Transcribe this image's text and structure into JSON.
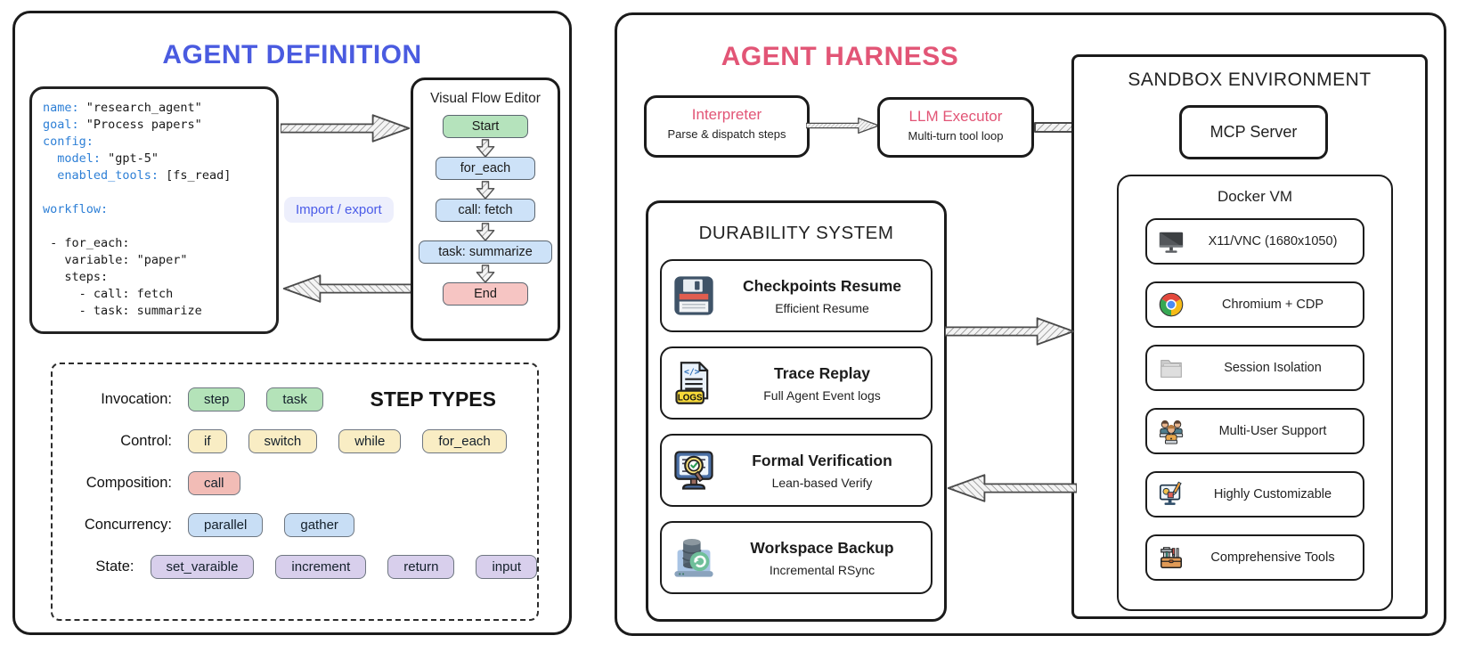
{
  "left_panel": {
    "title": "AGENT DEFINITION",
    "code_editor": {
      "lines": [
        {
          "key": "name:",
          "rest": " \"research_agent\""
        },
        {
          "key": "goal:",
          "rest": " \"Process papers\""
        },
        {
          "key": "config:",
          "rest": ""
        },
        {
          "key": "  model:",
          "rest": " \"gpt-5\""
        },
        {
          "key": "  enabled_tools:",
          "rest": " [fs_read]"
        },
        {
          "key": "",
          "rest": ""
        },
        {
          "key": "workflow:",
          "rest": ""
        },
        {
          "key": "",
          "rest": ""
        },
        {
          "key": "",
          "rest": " - for_each:"
        },
        {
          "key": "",
          "rest": "   variable: \"paper\""
        },
        {
          "key": "",
          "rest": "   steps:"
        },
        {
          "key": "",
          "rest": "     - call: fetch"
        },
        {
          "key": "",
          "rest": "     - task: summarize"
        }
      ]
    },
    "import_export_label": "Import / export",
    "flow_editor": {
      "title": "Visual Flow Editor",
      "nodes": [
        {
          "label": "Start",
          "color": "green"
        },
        {
          "label": "for_each",
          "color": "blue"
        },
        {
          "label": "call: fetch",
          "color": "blue"
        },
        {
          "label": "task: summarize",
          "color": "blue"
        },
        {
          "label": "End",
          "color": "red"
        }
      ]
    },
    "step_types": {
      "title": "STEP TYPES",
      "rows": [
        {
          "label": "Invocation:",
          "color": "green",
          "pills": [
            "step",
            "task"
          ]
        },
        {
          "label": "Control:",
          "color": "yellow",
          "pills": [
            "if",
            "switch",
            "while",
            "for_each"
          ]
        },
        {
          "label": "Composition:",
          "color": "red",
          "pills": [
            "call"
          ]
        },
        {
          "label": "Concurrency:",
          "color": "blue",
          "pills": [
            "parallel",
            "gather"
          ]
        },
        {
          "label": "State:",
          "color": "purple",
          "pills": [
            "set_varaible",
            "increment",
            "return",
            "input"
          ]
        }
      ]
    }
  },
  "right_panel": {
    "title": "AGENT HARNESS",
    "interpreter": {
      "title": "Interpreter",
      "subtitle": "Parse & dispatch steps"
    },
    "llm_executor": {
      "title": "LLM Executor",
      "subtitle": "Multi-turn tool loop"
    },
    "sandbox": {
      "title": "SANDBOX ENVIRONMENT",
      "mcp_server_label": "MCP Server",
      "docker_vm": {
        "title": "Docker VM",
        "items": [
          {
            "icon": "monitor-icon",
            "label": "X11/VNC (1680x1050)"
          },
          {
            "icon": "chrome-icon",
            "label": "Chromium + CDP"
          },
          {
            "icon": "folder-icon",
            "label": "Session Isolation"
          },
          {
            "icon": "multi-user-icon",
            "label": "Multi-User Support"
          },
          {
            "icon": "design-monitor-icon",
            "label": "Highly Customizable"
          },
          {
            "icon": "toolbox-icon",
            "label": "Comprehensive Tools"
          }
        ]
      }
    },
    "durability": {
      "title": "DURABILITY SYSTEM",
      "items": [
        {
          "icon": "floppy-disk-icon",
          "title": "Checkpoints Resume",
          "subtitle": "Efficient Resume"
        },
        {
          "icon": "logs-document-icon",
          "title": "Trace Replay",
          "subtitle": "Full Agent Event logs"
        },
        {
          "icon": "verified-monitor-icon",
          "title": "Formal Verification",
          "subtitle": "Lean-based Verify"
        },
        {
          "icon": "database-sync-icon",
          "title": "Workspace Backup",
          "subtitle": "Incremental RSync"
        }
      ]
    }
  },
  "colors": {
    "accent_blue": "#4a5be0",
    "accent_pink": "#e25576",
    "code_key_blue": "#2d7fd6",
    "node_green": "#b5e3bc",
    "node_blue": "#cde2f8",
    "node_red": "#f6c5c3",
    "pill_green": "#b4e3b9",
    "pill_yellow": "#f9edc4",
    "pill_red": "#f2bcb6",
    "pill_blue": "#c8def5",
    "pill_purple": "#d8cfec"
  }
}
